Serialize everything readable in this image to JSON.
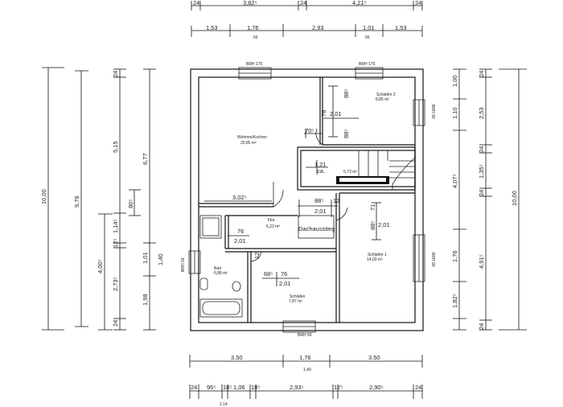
{
  "rooms": {
    "wohnen": {
      "name": "Wohnen/Kochen",
      "area": "20,85 m²"
    },
    "schlafen2": {
      "name": "Schlafen 2",
      "area": "8,85 m²"
    },
    "flur": {
      "name": "Flur",
      "area": "6,23 m²"
    },
    "bad": {
      "name": "Bad",
      "area": "6,88 m²"
    },
    "schlafen": {
      "name": "Schlafen",
      "area": "7,87 m²"
    },
    "schlafen1": {
      "name": "Schlafen 1",
      "area": "14,03 m²"
    },
    "stair": {
      "area": "5,73 m²"
    },
    "dachausstieg": "Dachausstieg"
  },
  "brh": {
    "top_left": "BRH 175",
    "top_right": "BRH 175",
    "right_upper": "BRH 90",
    "right_lower": "BRH 90",
    "left": "BRH 90",
    "bottom": "BRH 90"
  },
  "openings": {
    "o1": {
      "w": "2,01",
      "h": "88⁵",
      "h2": "76",
      "h3": "88⁵"
    },
    "o2": "70⁵",
    "o3": {
      "w": "1,21",
      "h": "ca."
    },
    "o4": "3,02⁵",
    "o5": {
      "a": "88⁵",
      "b": "2,01",
      "c": "12"
    },
    "o6": {
      "a": "71",
      "b": "88⁵",
      "c": "2,01"
    },
    "o7": {
      "a": "76",
      "b": "2,01"
    },
    "o8": {
      "a": "68⁵",
      "b": "76",
      "c": "2,01",
      "d": "12"
    }
  },
  "dims": {
    "top1": [
      "24",
      "3,82⁵",
      "24",
      "4,21⁵",
      "24"
    ],
    "top2": [
      "1,53",
      "1,76",
      "2,93",
      "1,01",
      "1,53"
    ],
    "top2_sub": [
      "65",
      "65"
    ],
    "bottom1": [
      "3,50",
      "1,76",
      "3,50"
    ],
    "bottom1_sub": "1,40",
    "bottom2": [
      "24",
      "95⁵",
      "18⁵",
      "1,06",
      "18⁵",
      "2,93⁵",
      "12⁵",
      "2,90⁵",
      "24"
    ],
    "bottom2_sub": "2,14",
    "left_total": "10,00",
    "left_b": "9,76",
    "left_c": [
      "4,00⁵",
      "1,14⁵",
      "12⁵",
      "2,73⁵",
      "24",
      "80⁵",
      "24"
    ],
    "left_d": [
      "5,15",
      "6,77",
      "1,01",
      "1,98",
      "1,40"
    ],
    "right_total": "10,00",
    "right_b": [
      "1,00",
      "1,10",
      "4,07⁵",
      "1,76",
      "1,82⁵",
      "24"
    ],
    "right_c": [
      "2,53",
      "1,35⁵",
      "4,91⁵",
      "24",
      "24",
      "24"
    ]
  }
}
